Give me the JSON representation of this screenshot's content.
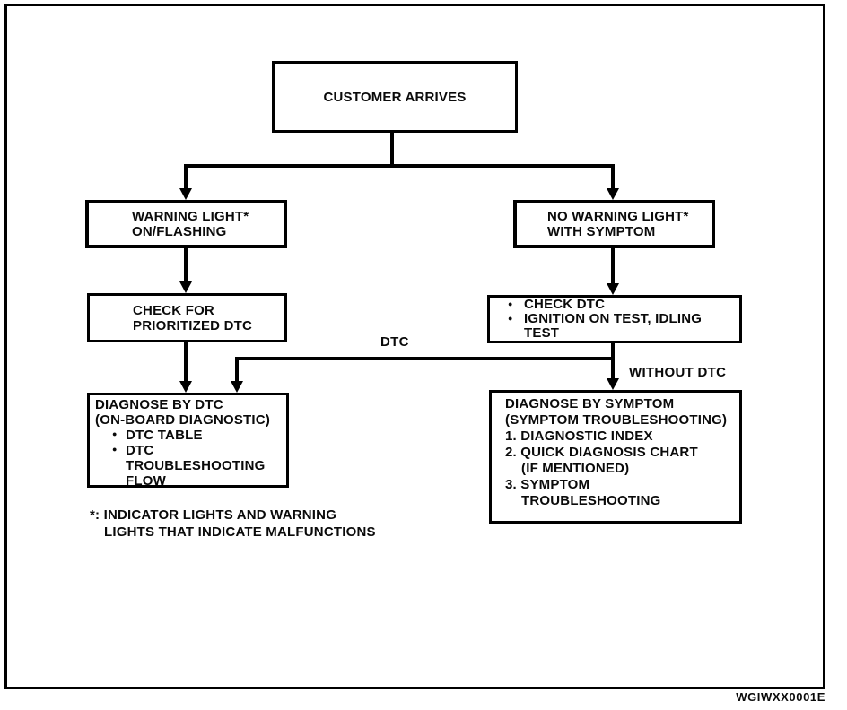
{
  "colors": {
    "ink": "#000000",
    "paper": "#ffffff"
  },
  "icons": {
    "bullet": "●"
  },
  "flowchart": {
    "customer_arrives": {
      "label": "CUSTOMER ARRIVES"
    },
    "warning_light": {
      "line1": "WARNING LIGHT*",
      "line2": "ON/FLASHING"
    },
    "no_warning_light": {
      "line1": "NO WARNING LIGHT*",
      "line2": "WITH SYMPTOM"
    },
    "check_prioritized_dtc": {
      "line1": "CHECK FOR",
      "line2": "PRIORITIZED DTC"
    },
    "check_dtc": {
      "bullet1": "CHECK DTC",
      "bullet2": "IGNITION ON TEST, IDLING",
      "bullet2_cont": "TEST"
    },
    "diagnose_by_dtc": {
      "line1": "DIAGNOSE BY DTC",
      "line2": "(ON-BOARD DIAGNOSTIC)",
      "bullet1": "DTC TABLE",
      "bullet2": "DTC",
      "bullet2_cont1": "TROUBLESHOOTING",
      "bullet2_cont2": "FLOW"
    },
    "diagnose_by_symptom": {
      "line1": "DIAGNOSE BY SYMPTOM",
      "line2": "(SYMPTOM TROUBLESHOOTING)",
      "item1": "1. DIAGNOSTIC INDEX",
      "item2": "2. QUICK DIAGNOSIS CHART",
      "item2_cont": "(IF MENTIONED)",
      "item3": "3. SYMPTOM",
      "item3_cont": "TROUBLESHOOTING"
    },
    "edge_labels": {
      "with_dtc": "DTC",
      "without_dtc": "WITHOUT DTC"
    },
    "footnote": {
      "line1": "*: INDICATOR LIGHTS AND WARNING",
      "line2": "LIGHTS THAT INDICATE MALFUNCTIONS"
    },
    "figure_code": "WGIWXX0001E"
  }
}
